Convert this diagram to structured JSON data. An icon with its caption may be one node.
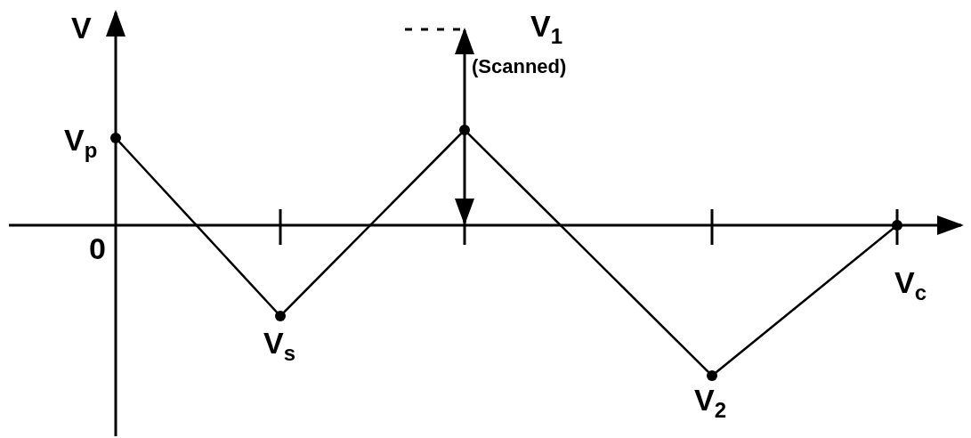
{
  "diagram": {
    "labels": [
      "V",
      "V$_{p}$",
      "0",
      "V$_{s}$",
      "V$_{1}$",
      "(Scanned)",
      "V$_{2}$",
      "V$_{c}$"
    ]
  }
}
